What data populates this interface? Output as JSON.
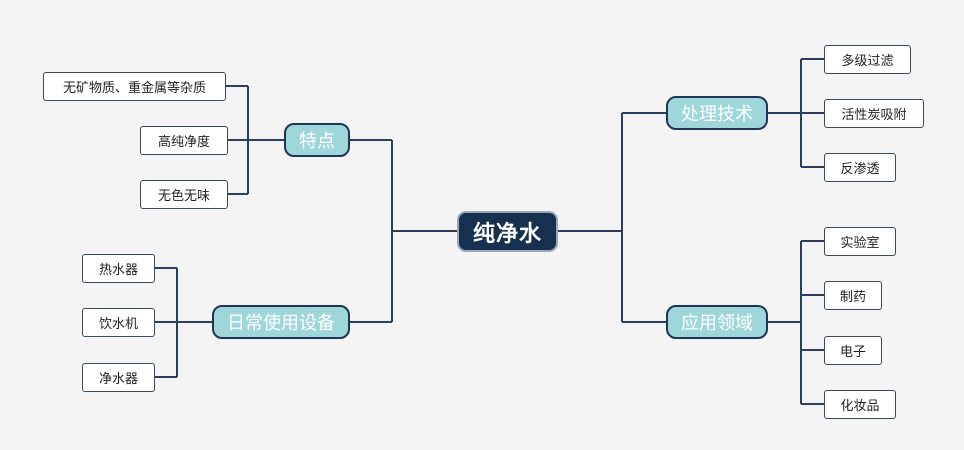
{
  "mindmap": {
    "root": "纯净水",
    "branches": {
      "features": {
        "label": "特点",
        "items": [
          "无矿物质、重金属等杂质",
          "高纯净度",
          "无色无味"
        ]
      },
      "devices": {
        "label": "日常使用设备",
        "items": [
          "热水器",
          "饮水机",
          "净水器"
        ]
      },
      "processing": {
        "label": "处理技术",
        "items": [
          "多级过滤",
          "活性炭吸附",
          "反渗透"
        ]
      },
      "applications": {
        "label": "应用领域",
        "items": [
          "实验室",
          "制药",
          "电子",
          "化妆品"
        ]
      }
    }
  },
  "colors": {
    "root_fill": "#17304f",
    "branch_fill": "#9ed6da",
    "line": "#2b3f5c",
    "background": "#f4f4f4"
  }
}
